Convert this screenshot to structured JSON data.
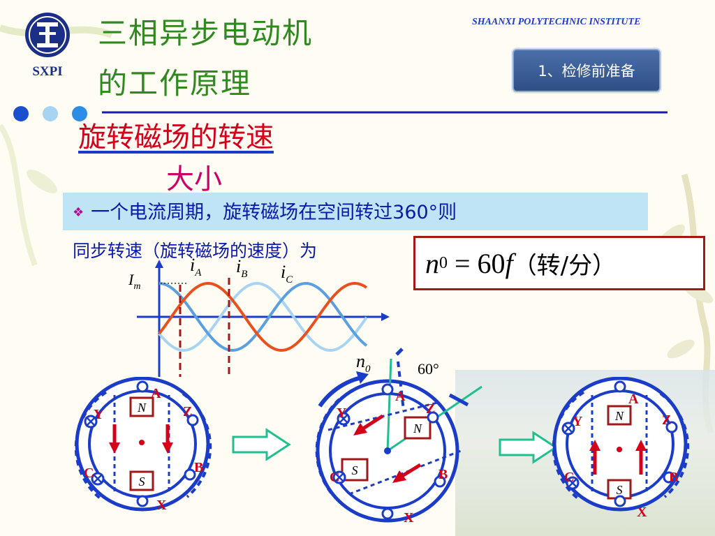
{
  "header": {
    "logo_text": "SXPI",
    "title_line1": "三相异步电动机",
    "title_line2": "的工作原理",
    "institute": "SHAANXI  POLYTECHNIC  INSTITUTE",
    "section_button": "1、检修前准备"
  },
  "content": {
    "topic_part1": "旋转磁场的",
    "topic_part2": "转速",
    "subtopic": "大小",
    "bullet_text": "一个电流周期，旋转磁场在空间转过360°则",
    "line2": "同步转速（旋转磁场的速度）为",
    "formula": {
      "n0": "n",
      "sub": "0",
      "eq": " = 60",
      "f": "f",
      "unit": "（转/分）"
    }
  },
  "waveform": {
    "im_label": "I",
    "im_sub": "m",
    "ia_label": "i",
    "ia_sub": "A",
    "ib_label": "i",
    "ib_sub": "B",
    "ic_label": "i",
    "ic_sub": "C",
    "colors": {
      "iA": "#5aa0e0",
      "iB": "#e8501e",
      "iC": "#a8d4f4"
    }
  },
  "diagrams": {
    "n0_label": "n",
    "n0_sub": "0",
    "angle_label": "60°",
    "coil_labels": [
      "A",
      "Z",
      "B",
      "X",
      "C",
      "Y"
    ],
    "pole_n": "N",
    "pole_s": "S"
  },
  "colors": {
    "title_green": "#2e8a1e",
    "accent_blue": "#1a3cc8",
    "red": "#d4001a"
  }
}
